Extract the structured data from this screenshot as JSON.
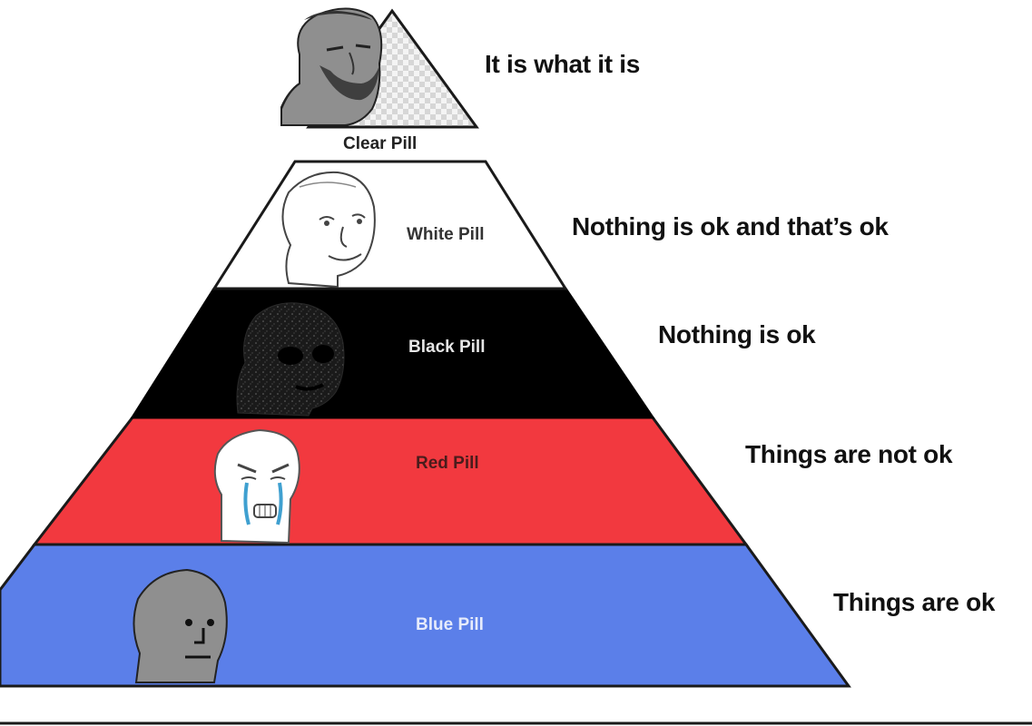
{
  "tiers": [
    {
      "label": "Clear Pill",
      "caption": "It is what it is",
      "character": "gigachad-face",
      "color": "#d9d9d9"
    },
    {
      "label": "White Pill",
      "caption": "Nothing is ok and that’s ok",
      "character": "wojak-smiling-face",
      "color": "#ffffff"
    },
    {
      "label": "Black Pill",
      "caption": "Nothing is ok",
      "character": "doomer-dark-face",
      "color": "#000000"
    },
    {
      "label": "Red Pill",
      "caption": "Things are not ok",
      "character": "crying-wojak-face",
      "color": "#f2393f"
    },
    {
      "label": "Blue Pill",
      "caption": "Things are ok",
      "character": "npc-face",
      "color": "#5b7fe9"
    }
  ]
}
